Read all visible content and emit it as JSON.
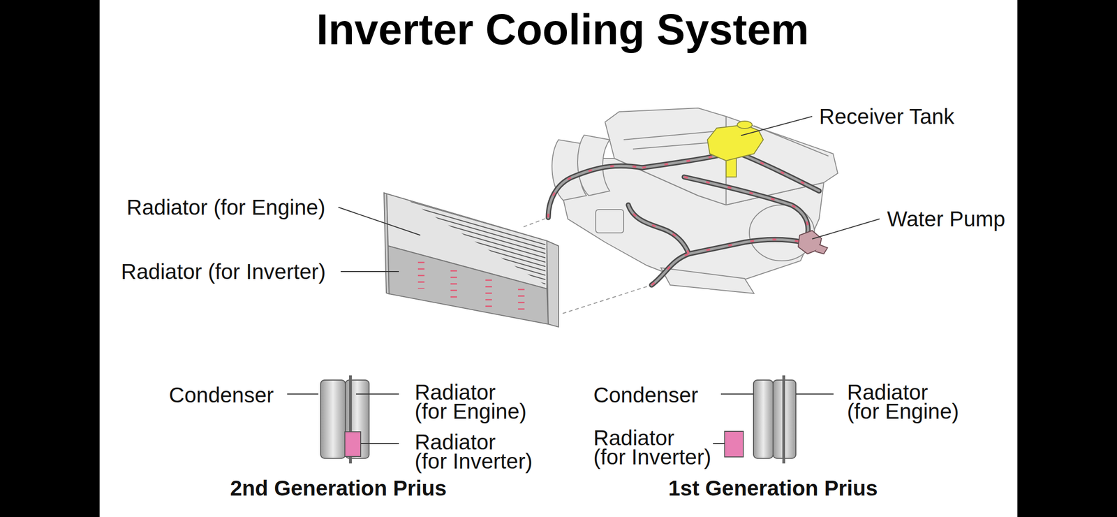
{
  "diagram": {
    "title": "Inverter Cooling System",
    "labels": [
      "Receiver Tank",
      "Radiator (for Engine)",
      "Water Pump",
      "Radiator (for Inverter)",
      "Condenser",
      "Radiator (for Engine)",
      "Radiator (for Inverter)",
      "2nd Generation Prius",
      "Condenser",
      "Radiator (for Engine)",
      "Radiator (for Inverter)",
      "1st Generation Prius"
    ]
  }
}
